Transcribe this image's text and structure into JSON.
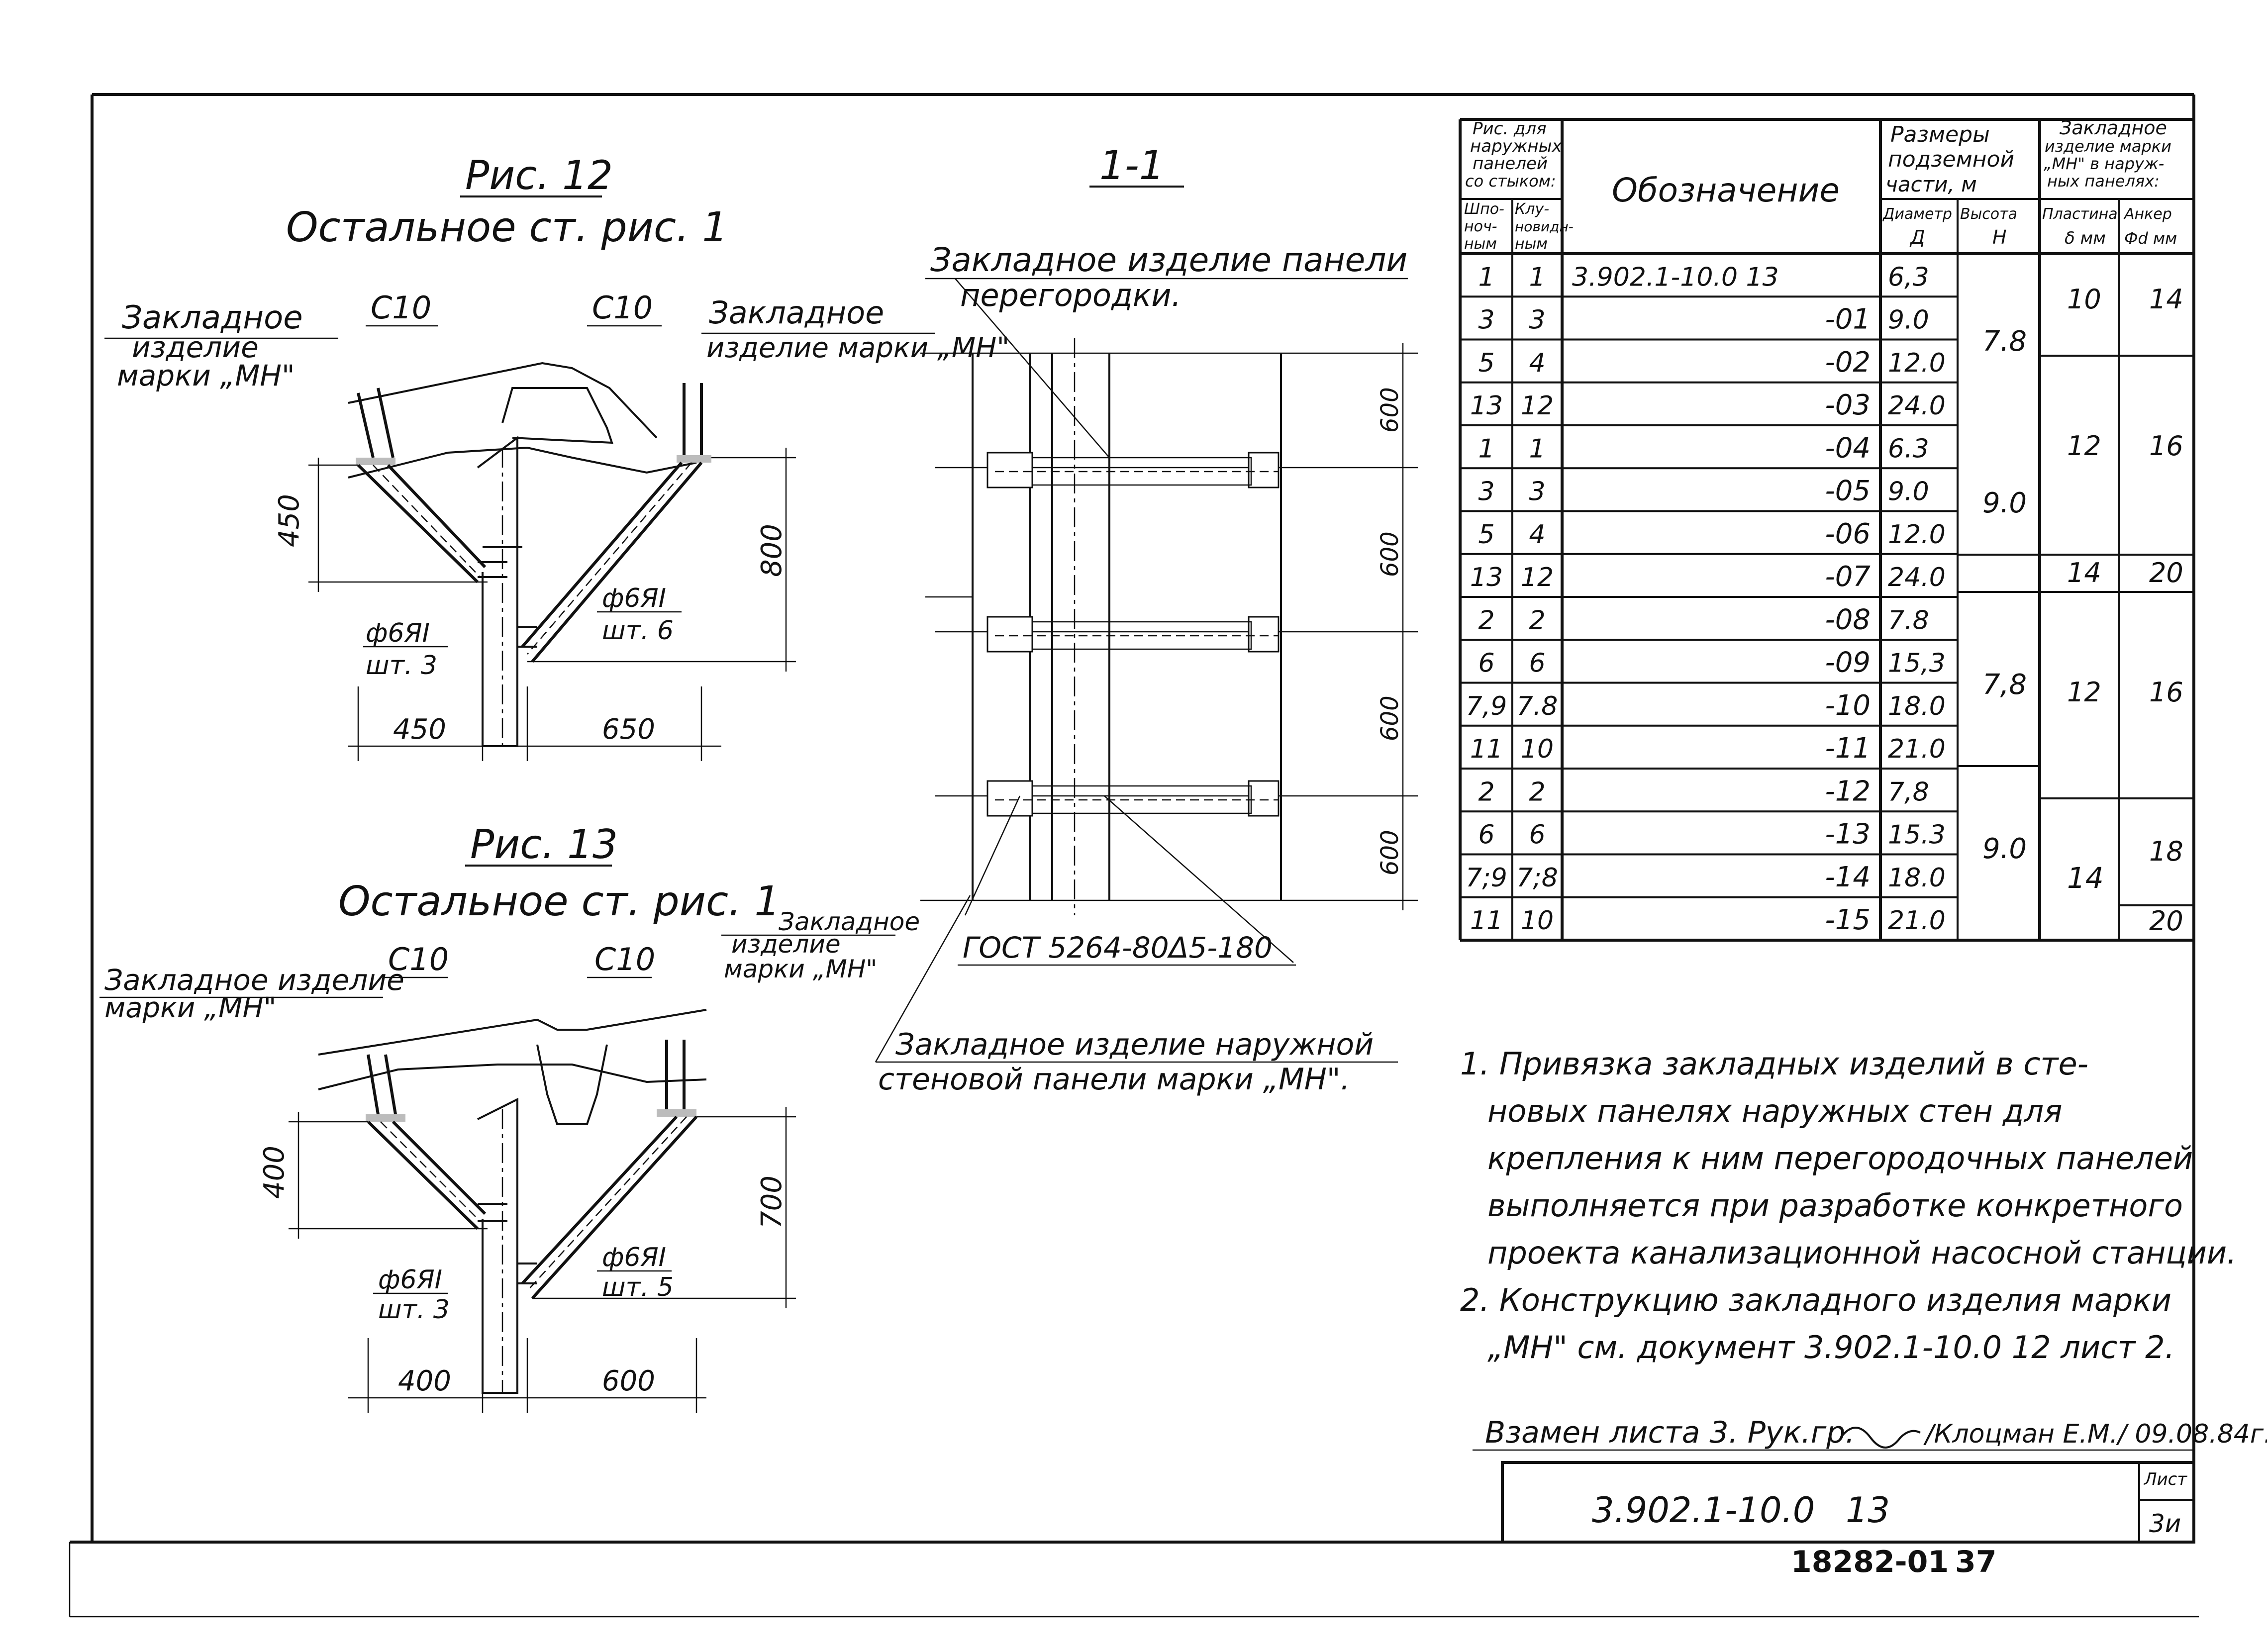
{
  "fig12": {
    "title": "Рис. 12",
    "subtitle": "Остальное ст. рис. 1",
    "embed_left": [
      "Закладное",
      "изделие",
      "марки „МН\""
    ],
    "embed_right": [
      "Закладное",
      "изделие марки „МН\""
    ],
    "channel_left": "С10",
    "channel_right": "С10",
    "rebar_left": [
      "ф6ЯI",
      "шт. 3"
    ],
    "rebar_right": [
      "ф6ЯI",
      "шт. 6"
    ],
    "dim_v_left": "450",
    "dim_v_right": "800",
    "dim_h_left": "450",
    "dim_h_right": "650"
  },
  "fig13": {
    "title": "Рис. 13",
    "subtitle": "Остальное ст. рис. 1",
    "embed_left": [
      "Закладное изделие",
      "марки „МН\""
    ],
    "embed_right": [
      "Закладное",
      "изделие",
      "марки „МН\""
    ],
    "channel_left": "С10",
    "channel_right": "С10",
    "rebar_left": [
      "ф6ЯI",
      "шт. 3"
    ],
    "rebar_right": [
      "ф6ЯI",
      "шт. 5"
    ],
    "dim_v_left": "400",
    "dim_v_right": "700",
    "dim_h_left": "400",
    "dim_h_right": "600"
  },
  "section": {
    "title": "1-1",
    "top_label": [
      "Закладное изделие панели",
      "перегородки."
    ],
    "gost_label": "ГОСТ 5264-80Δ5-180",
    "bottom_label": [
      "Закладное изделие наружной",
      "стеновой панели марки „МН\"."
    ],
    "dims": [
      "600",
      "600",
      "600",
      "600"
    ]
  },
  "table": {
    "header": {
      "fig_group": [
        "Рис. для",
        "наружных",
        "панелей",
        "со стыком:"
      ],
      "fig_col1": [
        "Шпо-",
        "ноч-",
        "ным"
      ],
      "fig_col2": [
        "Клу-",
        "новидн-",
        "ным"
      ],
      "designation": "Обозначение",
      "sizes_group": [
        "Размеры",
        "подземной",
        "части, м"
      ],
      "diameter": [
        "Диаметр",
        "Д"
      ],
      "height": [
        "Высота",
        "Н"
      ],
      "embed_group": [
        "Закладное",
        "изделие марки",
        "„МН\" в наруж-",
        "ных панелях:"
      ],
      "plate": [
        "Пластина",
        "δ мм"
      ],
      "anchor": [
        "Анкер",
        "Фd мм"
      ]
    },
    "rows": [
      {
        "f1": "1",
        "f2": "1",
        "des": "3.902.1-10.0 13",
        "d": "6,3"
      },
      {
        "f1": "3",
        "f2": "3",
        "des": "-01",
        "d": "9.0"
      },
      {
        "f1": "5",
        "f2": "4",
        "des": "-02",
        "d": "12.0"
      },
      {
        "f1": "13",
        "f2": "12",
        "des": "-03",
        "d": "24.0"
      },
      {
        "f1": "1",
        "f2": "1",
        "des": "-04",
        "d": "6.3"
      },
      {
        "f1": "3",
        "f2": "3",
        "des": "-05",
        "d": "9.0"
      },
      {
        "f1": "5",
        "f2": "4",
        "des": "-06",
        "d": "12.0"
      },
      {
        "f1": "13",
        "f2": "12",
        "des": "-07",
        "d": "24.0"
      },
      {
        "f1": "2",
        "f2": "2",
        "des": "-08",
        "d": "7.8"
      },
      {
        "f1": "6",
        "f2": "6",
        "des": "-09",
        "d": "15,3"
      },
      {
        "f1": "7,9",
        "f2": "7.8",
        "des": "-10",
        "d": "18.0"
      },
      {
        "f1": "11",
        "f2": "10",
        "des": "-11",
        "d": "21.0"
      },
      {
        "f1": "2",
        "f2": "2",
        "des": "-12",
        "d": "7,8"
      },
      {
        "f1": "6",
        "f2": "6",
        "des": "-13",
        "d": "15.3"
      },
      {
        "f1": "7;9",
        "f2": "7;8",
        "des": "-14",
        "d": "18.0"
      },
      {
        "f1": "11",
        "f2": "10",
        "des": "-15",
        "d": "21.0"
      }
    ],
    "heights": [
      "7.8",
      "9.0",
      "7,8",
      "9.0"
    ],
    "plates": [
      "10",
      "12",
      "14",
      "12",
      "14"
    ],
    "anchors": [
      "14",
      "16",
      "20",
      "16",
      "18",
      "20"
    ]
  },
  "notes": [
    "1. Привязка закладных изделий в сте-",
    "новых панелях наружных стен для",
    "крепления к ним перегородочных панелей",
    "выполняется при разработке конкретного",
    "проекта канализационной насосной станции.",
    "2. Конструкцию закладного изделия марки",
    "„МН\" см. документ 3.902.1-10.0 12 лист 2."
  ],
  "replacement": "Взамен листа 3. Рук.гр.",
  "signature": "/Клоцман Е.М./ 09.08.84г.",
  "title_block": {
    "code": "3.902.1-10.0",
    "num": "13",
    "sheet_label": "Лист",
    "sheet_value": "3и",
    "stamp": "18282-01",
    "page": "37"
  }
}
